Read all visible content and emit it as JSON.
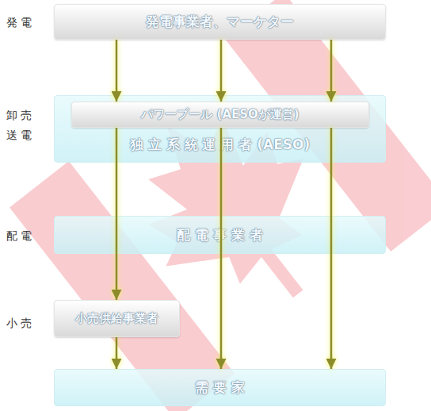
{
  "diagram": {
    "nodes": [
      {
        "text": [
          "発電事業者、マーケター"
        ]
      },
      {
        "text": [
          "独 立 系 統 運 用 者 (AESO)"
        ]
      },
      {
        "text": [
          "パワープール (AESOが運営)"
        ],
        "in": 1
      },
      {
        "text": [
          "配 電 事 業 者"
        ]
      },
      {
        "text": [
          "小売供給事業者"
        ]
      },
      {
        "text": [
          "需 要 家"
        ]
      }
    ],
    "edges": [
      {
        "from": 0,
        "to": 2,
        "arrow": "to"
      },
      {
        "from": 0,
        "to": 2,
        "arrow": "to"
      },
      {
        "from": 0,
        "to": 2,
        "arrow": "to"
      },
      {
        "from": 2,
        "to": 4,
        "arrow": "to"
      },
      {
        "from": 2,
        "to": 5,
        "arrow": "to"
      },
      {
        "from": 2,
        "to": 5,
        "arrow": "to"
      },
      {
        "from": 4,
        "to": 5,
        "arrow": "to"
      }
    ],
    "labels": [
      "発 電",
      "卸 売",
      "送 電",
      "配 電",
      "小 売"
    ]
  }
}
